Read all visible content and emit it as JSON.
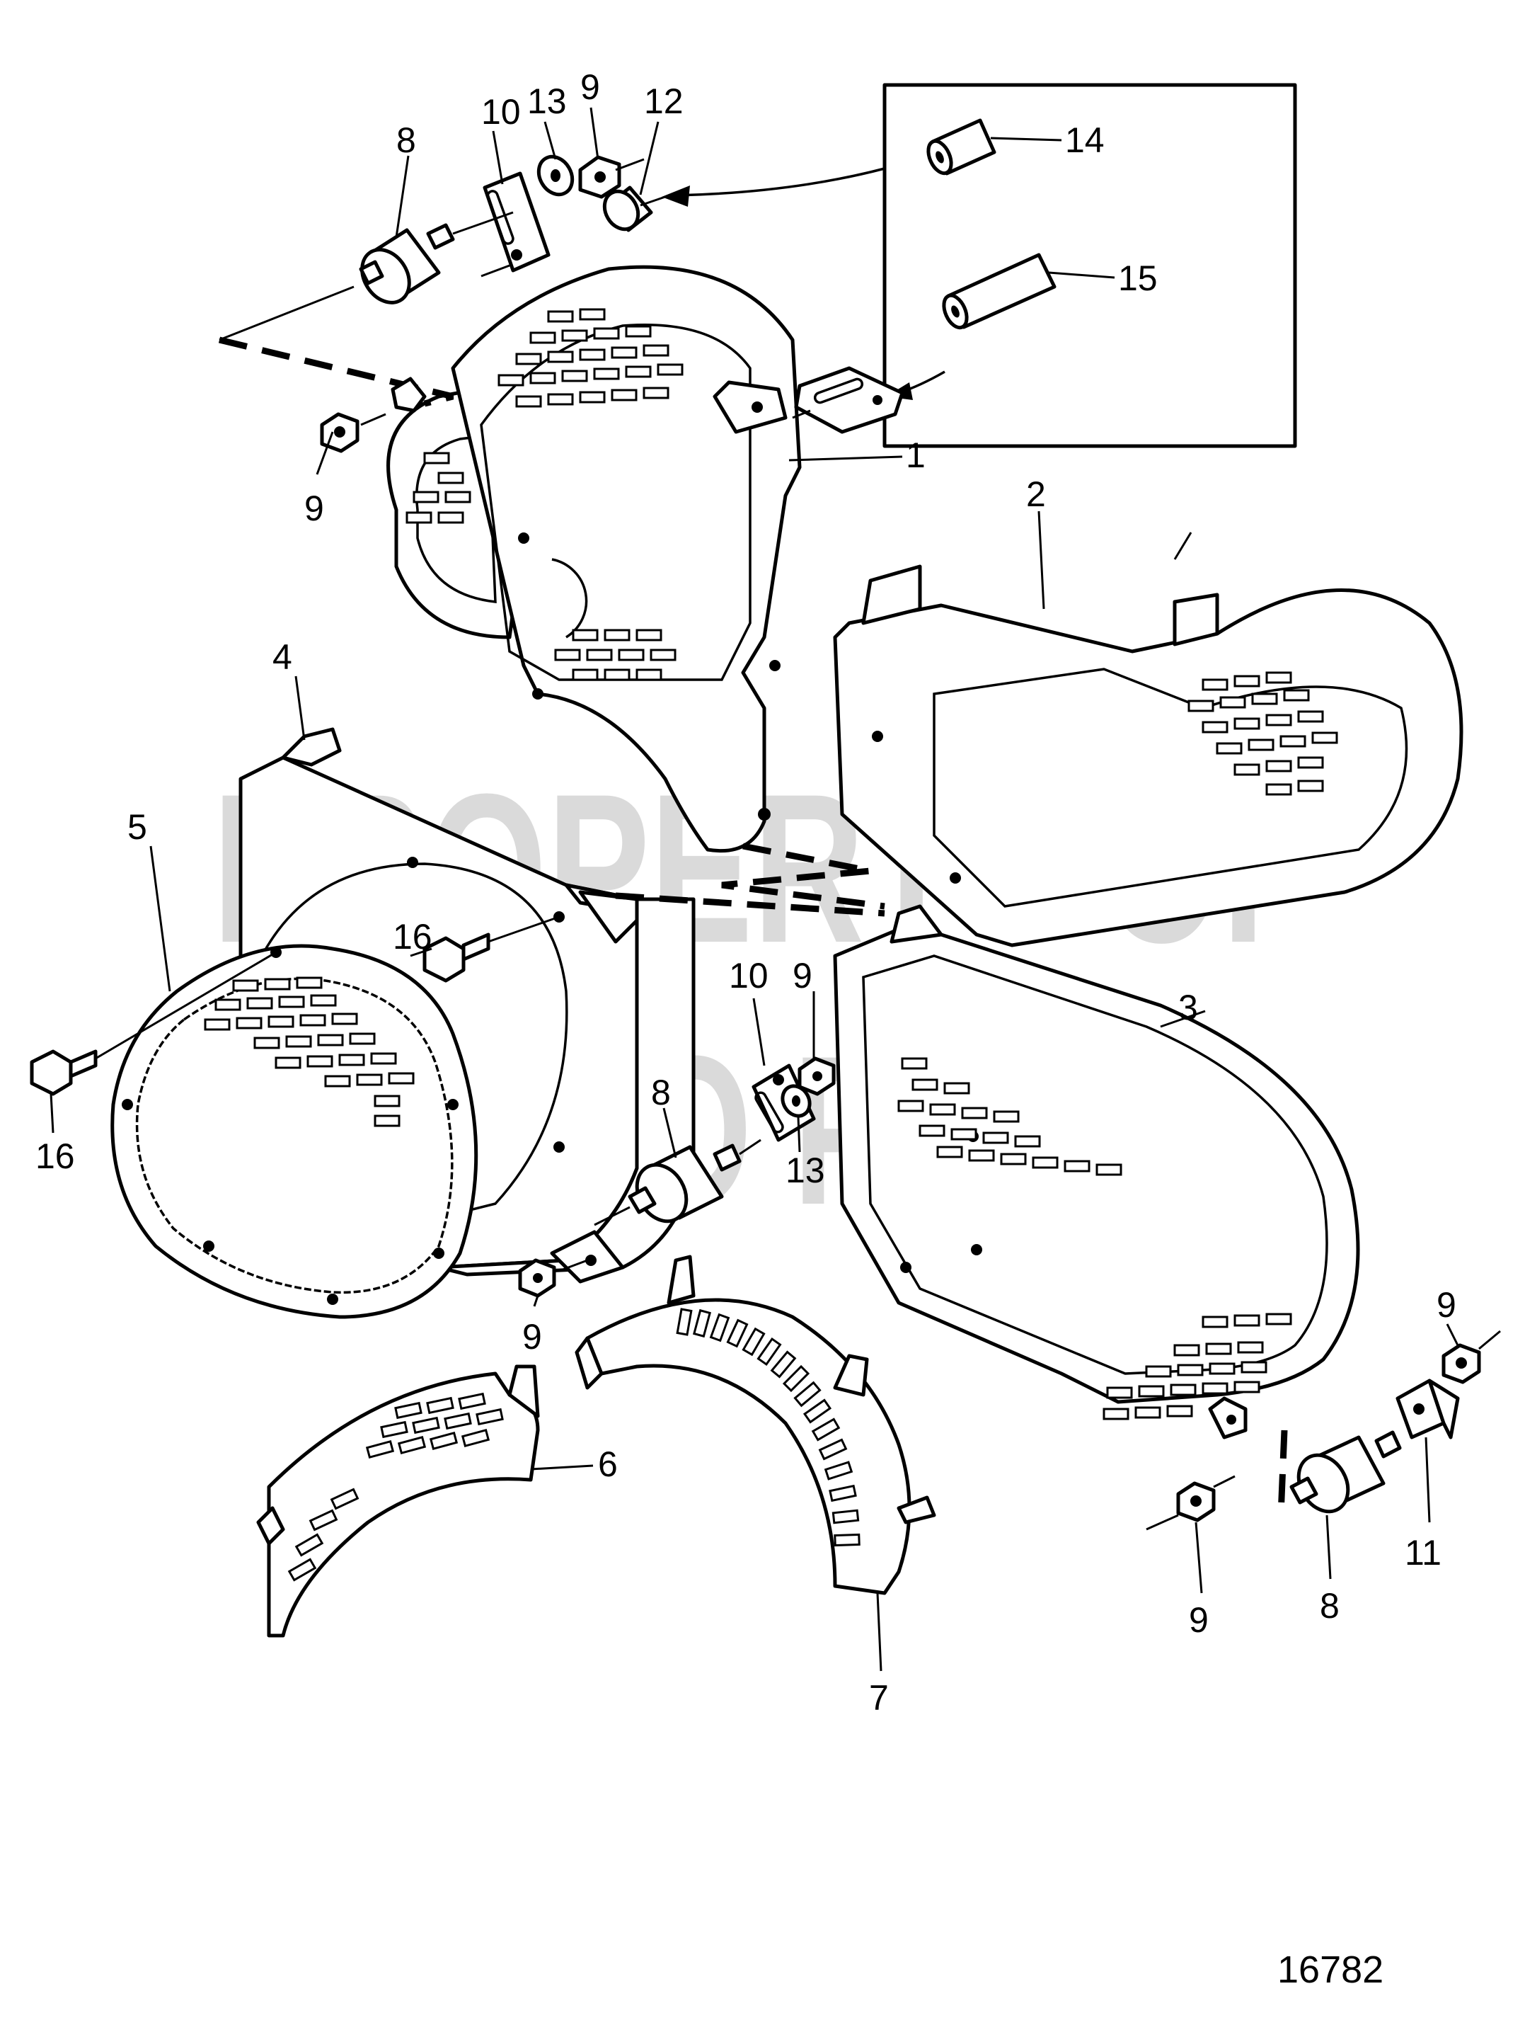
{
  "watermark": {
    "line1": "PROPERTY OF",
    "line2": "VOLVO PENTA"
  },
  "reference_number": "16782",
  "callouts": [
    {
      "id": "c1",
      "text": "1"
    },
    {
      "id": "c2",
      "text": "2"
    },
    {
      "id": "c3",
      "text": "3"
    },
    {
      "id": "c4",
      "text": "4"
    },
    {
      "id": "c5",
      "text": "5"
    },
    {
      "id": "c6",
      "text": "6"
    },
    {
      "id": "c7",
      "text": "7"
    },
    {
      "id": "c8a",
      "text": "8"
    },
    {
      "id": "c8b",
      "text": "8"
    },
    {
      "id": "c8c",
      "text": "8"
    },
    {
      "id": "c9a",
      "text": "9"
    },
    {
      "id": "c9b",
      "text": "9"
    },
    {
      "id": "c9c",
      "text": "9"
    },
    {
      "id": "c9d",
      "text": "9"
    },
    {
      "id": "c9e",
      "text": "9"
    },
    {
      "id": "c9f",
      "text": "9"
    },
    {
      "id": "c10a",
      "text": "10"
    },
    {
      "id": "c10b",
      "text": "10"
    },
    {
      "id": "c11",
      "text": "11"
    },
    {
      "id": "c12",
      "text": "12"
    },
    {
      "id": "c13a",
      "text": "13"
    },
    {
      "id": "c13b",
      "text": "13"
    },
    {
      "id": "c14",
      "text": "14"
    },
    {
      "id": "c15",
      "text": "15"
    },
    {
      "id": "c16a",
      "text": "16"
    },
    {
      "id": "c16b",
      "text": "16"
    }
  ]
}
